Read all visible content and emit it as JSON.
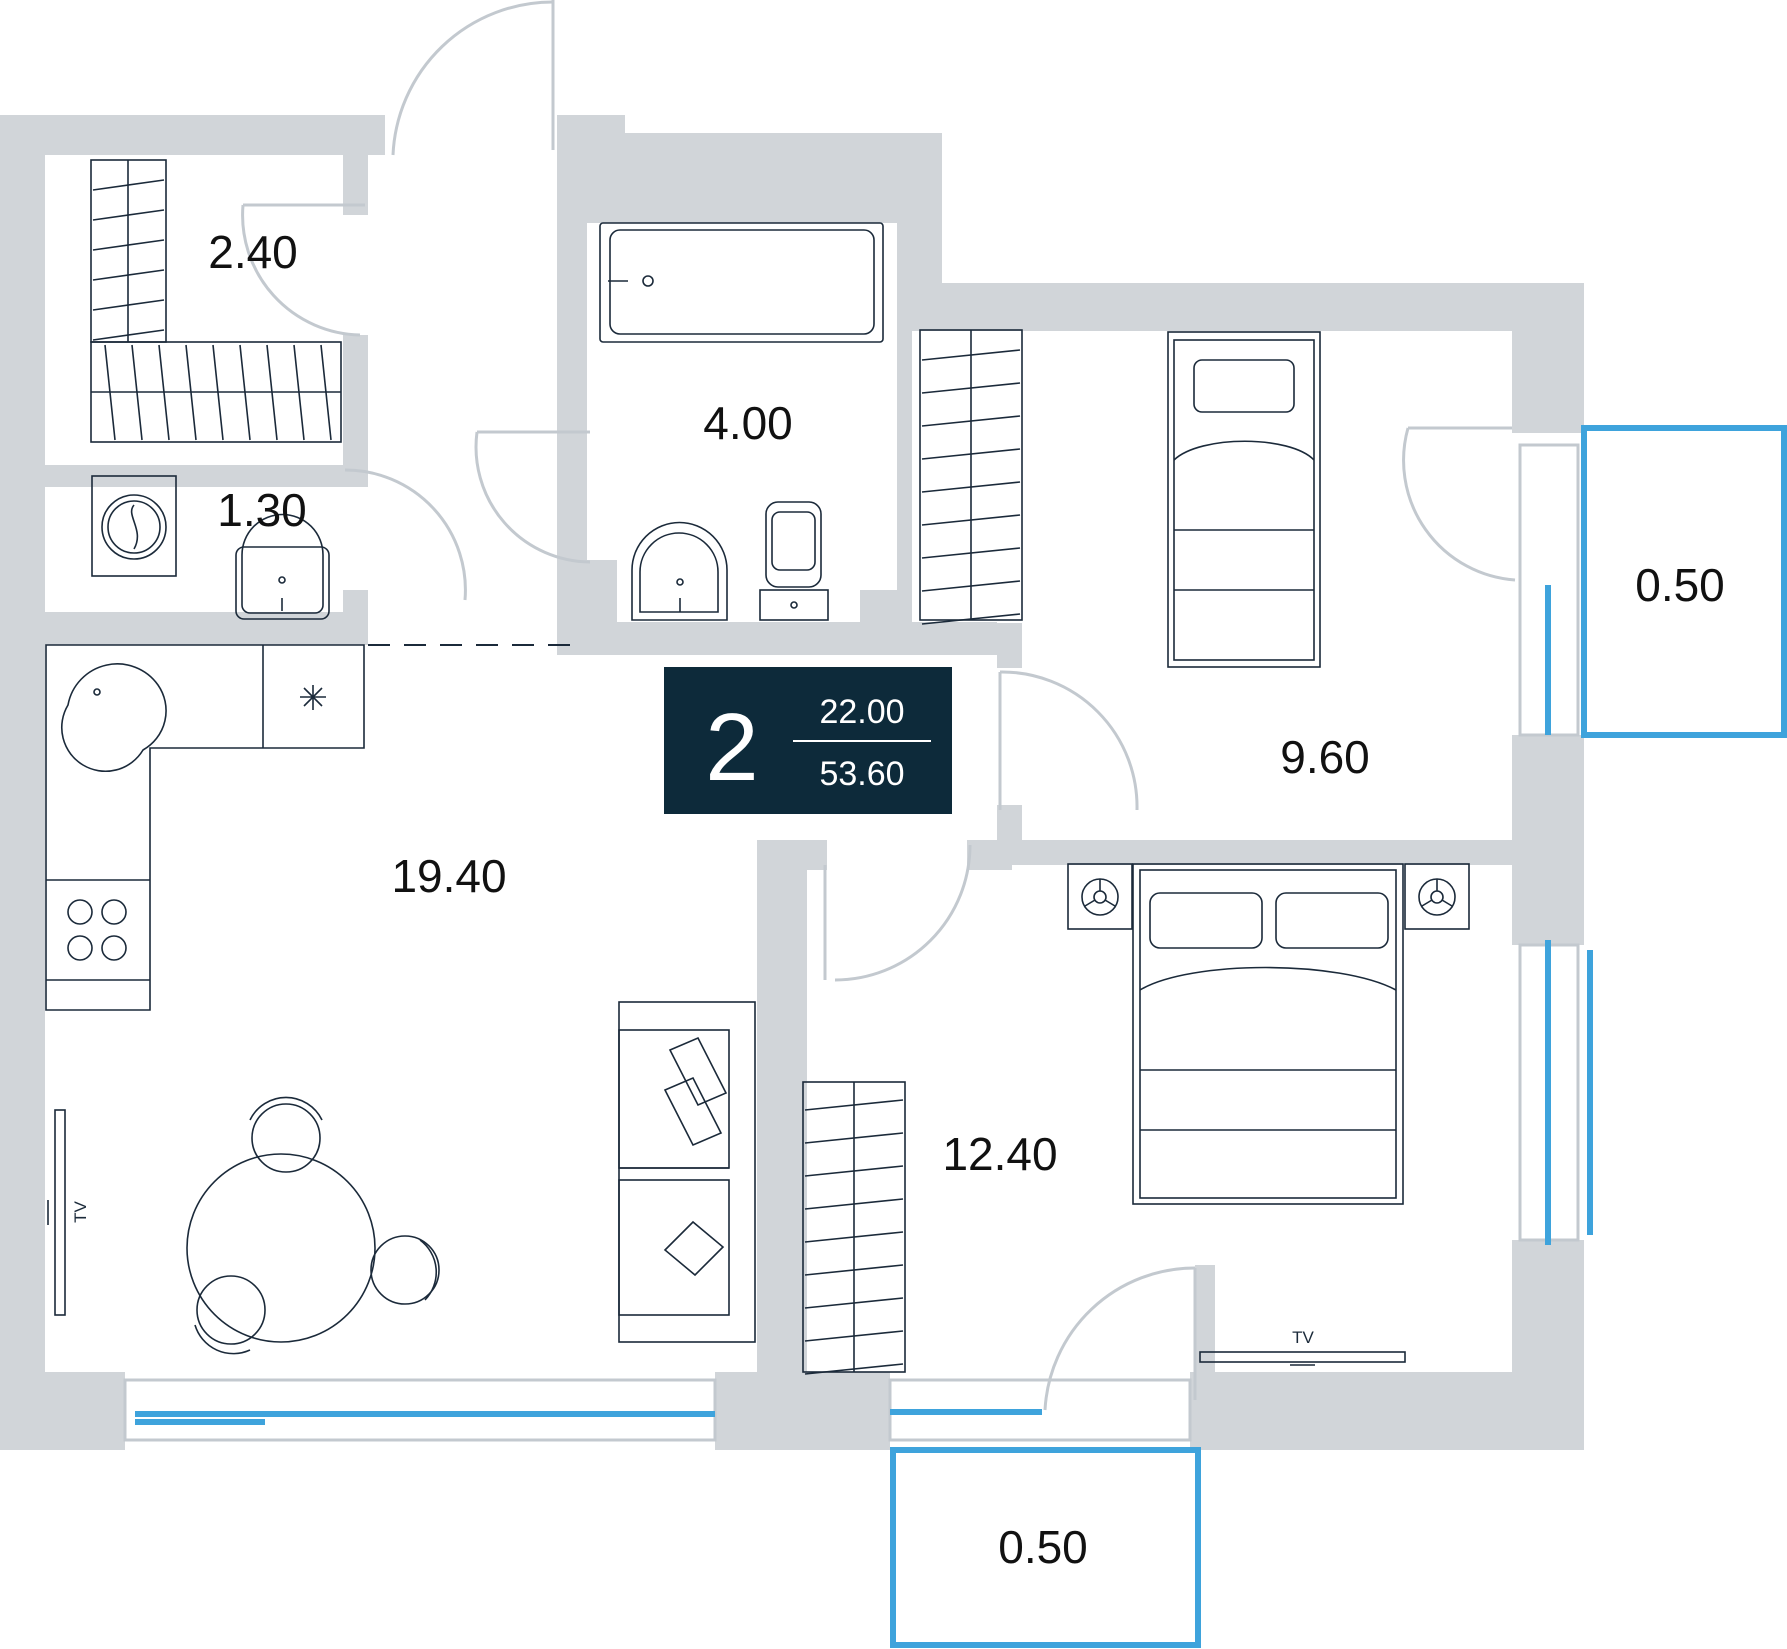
{
  "plan": {
    "rooms": [
      {
        "name": "wardrobe",
        "area": "2.40"
      },
      {
        "name": "laundry",
        "area": "1.30"
      },
      {
        "name": "bathroom",
        "area": "4.00"
      },
      {
        "name": "bedroom-small",
        "area": "9.60"
      },
      {
        "name": "balcony-east",
        "area": "0.50"
      },
      {
        "name": "living-kitchen",
        "area": "19.40"
      },
      {
        "name": "bedroom-main",
        "area": "12.40"
      },
      {
        "name": "balcony-south",
        "area": "0.50"
      }
    ],
    "summary": {
      "rooms_count": "2",
      "living_area": "22.00",
      "total_area": "53.60"
    },
    "tv_labels": [
      "TV",
      "TV"
    ],
    "colors": {
      "wall": "#d1d5d9",
      "window": "#3ea3dc",
      "badge": "#0d2a3a",
      "furniture_line": "#1b2a3a"
    }
  }
}
